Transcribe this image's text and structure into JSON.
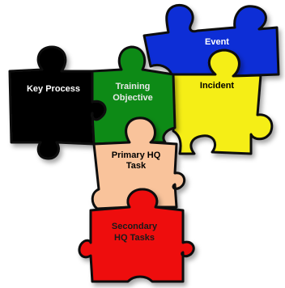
{
  "pieces": {
    "key_process": {
      "label": "Key Process",
      "color": "#000000",
      "text_color": "#ffffff"
    },
    "training_objective": {
      "label_lines": [
        "Training",
        "Objective"
      ],
      "color": "#0e8a16",
      "text_color": "#e8e8e8"
    },
    "event": {
      "label": "Event",
      "color": "#0b2fd6",
      "text_color": "#ffffff"
    },
    "incident": {
      "label": "Incident",
      "color": "#f5ee12",
      "text_color": "#000000"
    },
    "primary_hq_task": {
      "label_lines": [
        "Primary HQ",
        "Task"
      ],
      "color": "#f9c39b",
      "text_color": "#000000"
    },
    "secondary_hq_tasks": {
      "label_lines": [
        "Secondary",
        "HQ Tasks"
      ],
      "color": "#ee1111",
      "text_color": "#1a1a1a"
    }
  }
}
